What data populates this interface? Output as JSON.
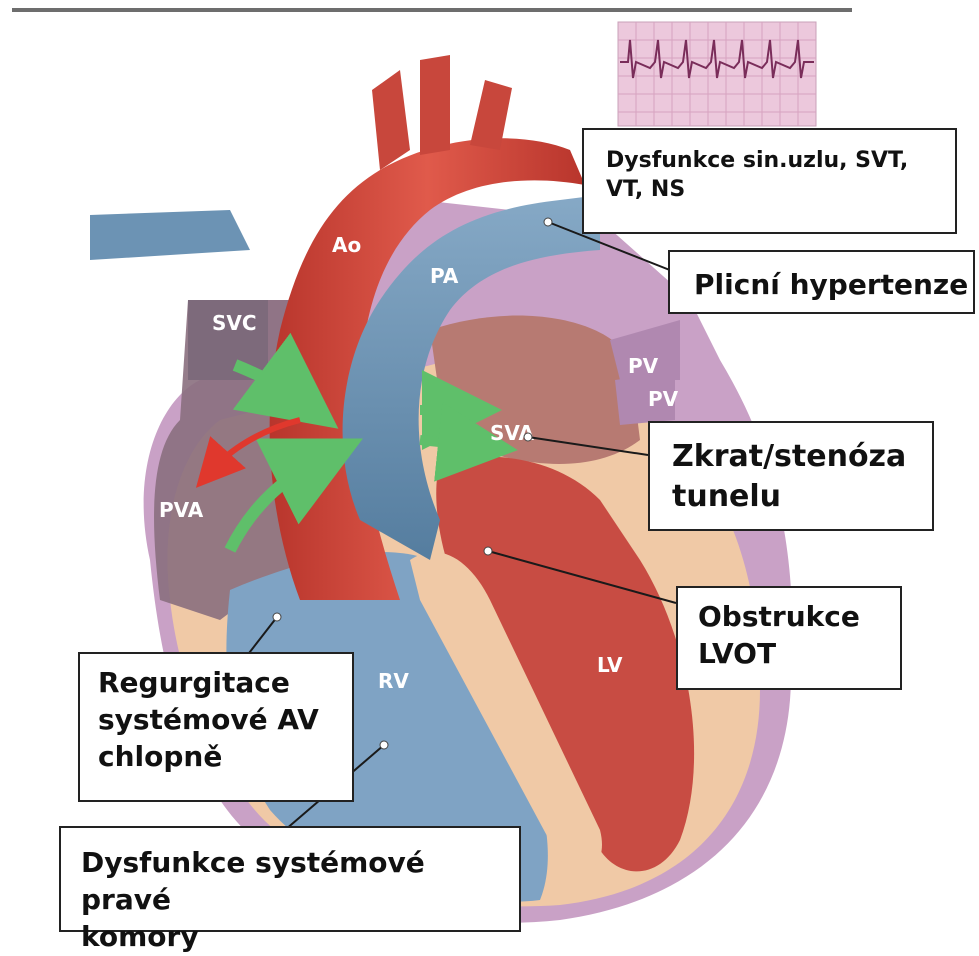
{
  "colors": {
    "aorta": "#d0453a",
    "pulmonary_artery": "#6c93b4",
    "right_ventricle": "#7fa3c4",
    "left_ventricle": "#c84c43",
    "myocardium": "#f0c9a6",
    "pericardium": "#c9a1c6",
    "ecg_paper": "#ecc8dc",
    "arrow_green": "#5fbf6a",
    "arrow_red": "#e0382d"
  },
  "diagram": {
    "structures": {
      "ao": "Ao",
      "pa": "PA",
      "svc": "SVC",
      "pv_upper": "PV",
      "pv_lower": "PV",
      "sva": "SVA",
      "pva": "PVA",
      "rv": "RV",
      "lv": "LV"
    },
    "callouts": {
      "sinus_node": [
        "Dysfunkce sin.uzlu, SVT,",
        "VT, NS"
      ],
      "pulmonary_hypertension": [
        "Plicní hypertenze"
      ],
      "shunt_stenosis": [
        "Zkrat/stenóza",
        "tunelu"
      ],
      "lvot": [
        "Obstrukce",
        "LVOT"
      ],
      "av_regurgitation": [
        "Regurgitace",
        "systémové AV",
        "chlopně"
      ],
      "rv_dysfunction": [
        "Dysfunkce systémové pravé",
        "komory"
      ]
    }
  }
}
